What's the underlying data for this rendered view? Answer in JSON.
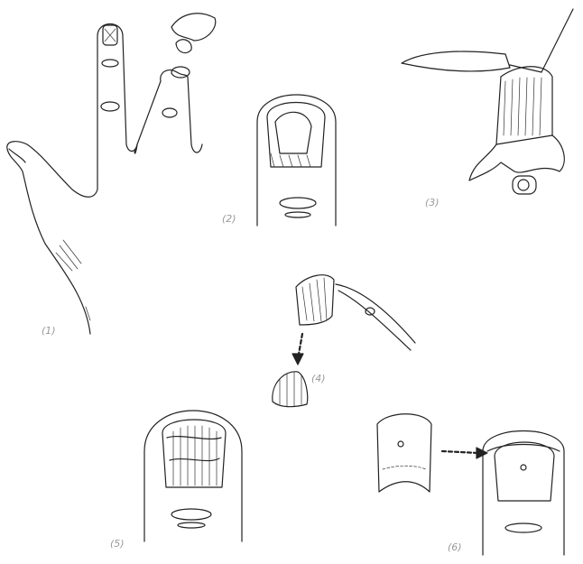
{
  "labels": {
    "step1": "(1)",
    "step2": "(2)",
    "step3": "(3)",
    "step4": "(4)",
    "step5": "(5)",
    "step6": "(6)"
  }
}
